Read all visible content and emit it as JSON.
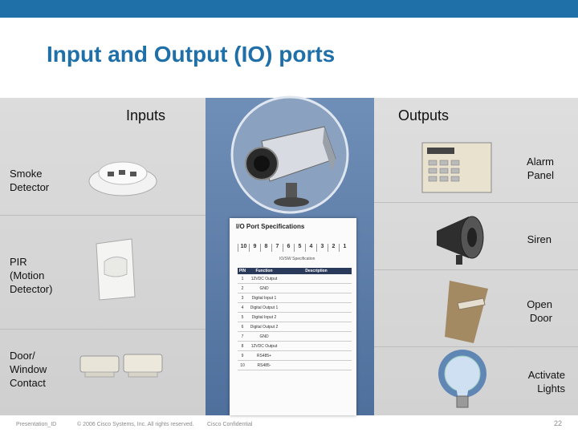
{
  "slide": {
    "title": "Input and Output (IO) ports"
  },
  "inputs": {
    "header": "Inputs",
    "items": [
      {
        "label": "Smoke\nDetector"
      },
      {
        "label": "PIR\n(Motion\nDetector)"
      },
      {
        "label": "Door/\nWindow\nContact"
      }
    ]
  },
  "outputs": {
    "header": "Outputs",
    "items": [
      {
        "label": "Alarm\nPanel"
      },
      {
        "label": "Siren"
      },
      {
        "label": "Open\nDoor"
      },
      {
        "label": "Activate\nLights"
      }
    ]
  },
  "spec_sheet": {
    "title": "I/O Port Specifications",
    "pins": [
      "10",
      "9",
      "8",
      "7",
      "6",
      "5",
      "4",
      "3",
      "2",
      "1"
    ],
    "pin_caption": "IO/SW Specification",
    "columns": [
      "PIN",
      "Function",
      "Description"
    ],
    "rows": [
      {
        "pin": "1",
        "function": "12VDC Output"
      },
      {
        "pin": "2",
        "function": "GND"
      },
      {
        "pin": "3",
        "function": "Digital Input 1"
      },
      {
        "pin": "4",
        "function": "Digital Output 1"
      },
      {
        "pin": "5",
        "function": "Digital Input 2"
      },
      {
        "pin": "6",
        "function": "Digital Output 2"
      },
      {
        "pin": "7",
        "function": "GND"
      },
      {
        "pin": "8",
        "function": "12VDC Output"
      },
      {
        "pin": "9",
        "function": "RS485+"
      },
      {
        "pin": "10",
        "function": "RS485-"
      }
    ]
  },
  "footer": {
    "presentation_id": "Presentation_ID",
    "copyright": "© 2006 Cisco Systems, Inc. All rights reserved.",
    "confidential": "Cisco Confidential",
    "page_number": "22"
  },
  "colors": {
    "topbar": "#1f6fa8",
    "title": "#1f6fa8",
    "center_panel": "#5b7aa6"
  }
}
